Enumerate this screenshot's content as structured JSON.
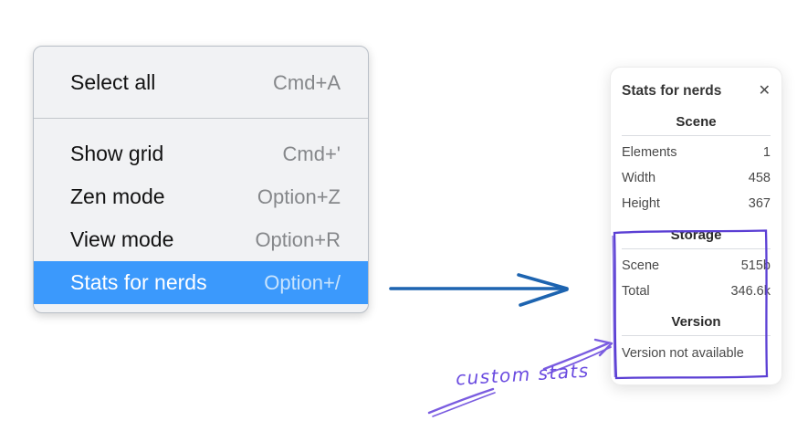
{
  "menu": {
    "sections": [
      {
        "items": [
          {
            "label": "Select all",
            "shortcut": "Cmd+A",
            "highlighted": false
          }
        ]
      },
      {
        "items": [
          {
            "label": "Show grid",
            "shortcut": "Cmd+'",
            "highlighted": false
          },
          {
            "label": "Zen mode",
            "shortcut": "Option+Z",
            "highlighted": false
          },
          {
            "label": "View mode",
            "shortcut": "Option+R",
            "highlighted": false
          },
          {
            "label": "Stats for nerds",
            "shortcut": "Option+/",
            "highlighted": true
          }
        ]
      }
    ]
  },
  "panel": {
    "title": "Stats for nerds",
    "close_glyph": "✕",
    "sections": [
      {
        "header": "Scene",
        "rows": [
          [
            "Elements",
            "1"
          ],
          [
            "Width",
            "458"
          ],
          [
            "Height",
            "367"
          ]
        ]
      },
      {
        "header": "Storage",
        "rows": [
          [
            "Scene",
            "515b"
          ],
          [
            "Total",
            "346.6k"
          ]
        ]
      },
      {
        "header": "Version",
        "rows": [],
        "note": "Version not available"
      }
    ]
  },
  "annotations": {
    "custom_stats_label": "custom stats"
  },
  "colors": {
    "menu_highlight": "#3b99fc",
    "blue_arrow": "#1d64b0",
    "annotation_purple": "#5b3fd4",
    "annotation_purple_light": "#7a5ce0",
    "menu_background": "#f1f2f4",
    "panel_background": "#ffffff"
  }
}
